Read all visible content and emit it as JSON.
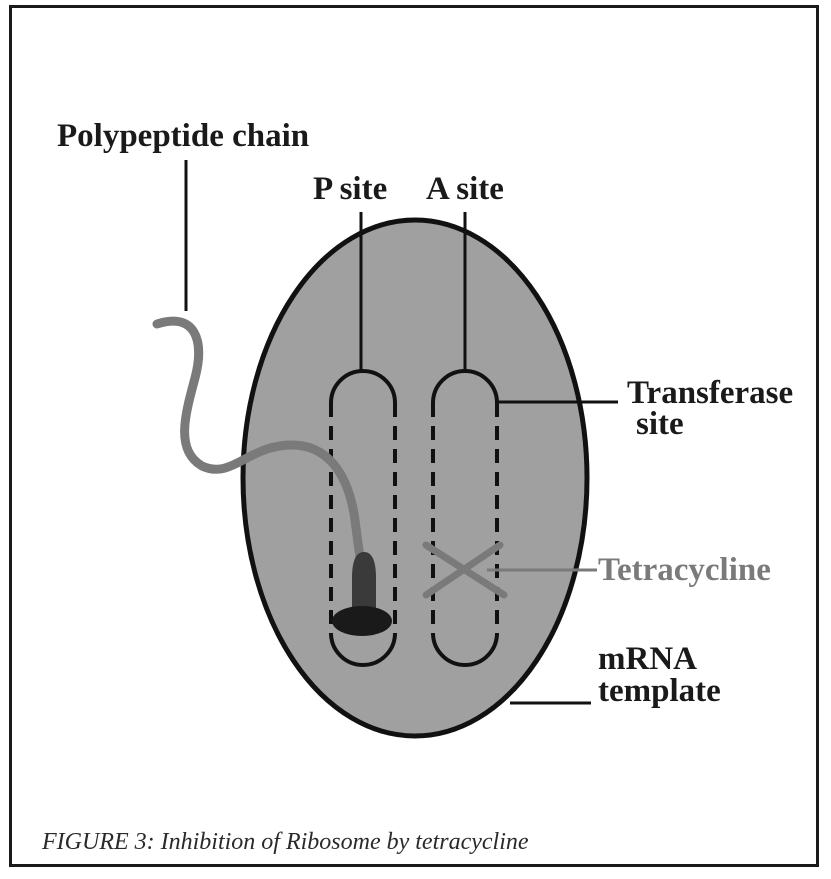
{
  "labels": {
    "polypeptide_chain": "Polypeptide chain",
    "p_site": "P site",
    "a_site": "A site",
    "transferase_line1": "Transferase",
    "transferase_line2": "site",
    "tetracycline": "Tetracycline",
    "mrna_line1": "mRNA",
    "mrna_line2": "template"
  },
  "caption": "FIGURE 3: Inhibition of Ribosome by tetracycline",
  "colors": {
    "ribosome_fill": "#a0a0a0",
    "outline": "#111111",
    "polypeptide": "#7a7a7a",
    "tetracycline": "#7a7a7a",
    "trna_body": "#3a3a3a",
    "trna_base": "#1a1a1a"
  }
}
